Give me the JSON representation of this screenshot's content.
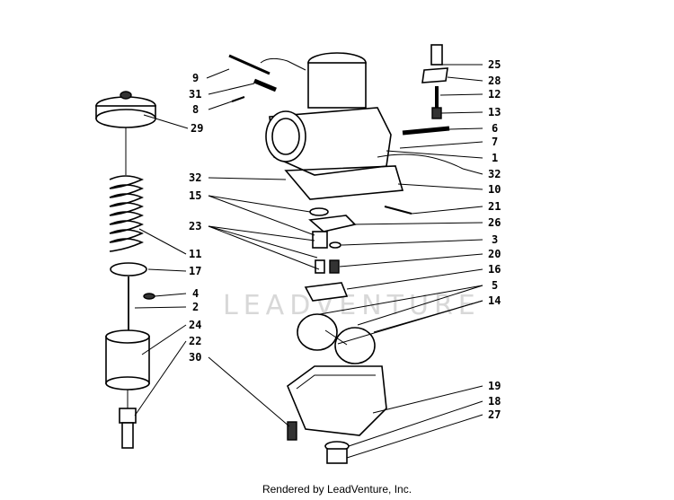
{
  "watermark": "LEADVENTURE",
  "footer": "Rendered by LeadVenture, Inc.",
  "callouts": {
    "c9": "9",
    "c31": "31",
    "c8": "8",
    "c29": "29",
    "c32a": "32",
    "c15": "15",
    "c23": "23",
    "c11": "11",
    "c17": "17",
    "c4": "4",
    "c2": "2",
    "c24": "24",
    "c22": "22",
    "c30": "30",
    "c25": "25",
    "c28": "28",
    "c12": "12",
    "c13": "13",
    "c6": "6",
    "c7": "7",
    "c1": "1",
    "c32b": "32",
    "c10": "10",
    "c21": "21",
    "c26": "26",
    "c3": "3",
    "c20": "20",
    "c16": "16",
    "c5": "5",
    "c14": "14",
    "c19": "19",
    "c18": "18",
    "c27": "27"
  }
}
